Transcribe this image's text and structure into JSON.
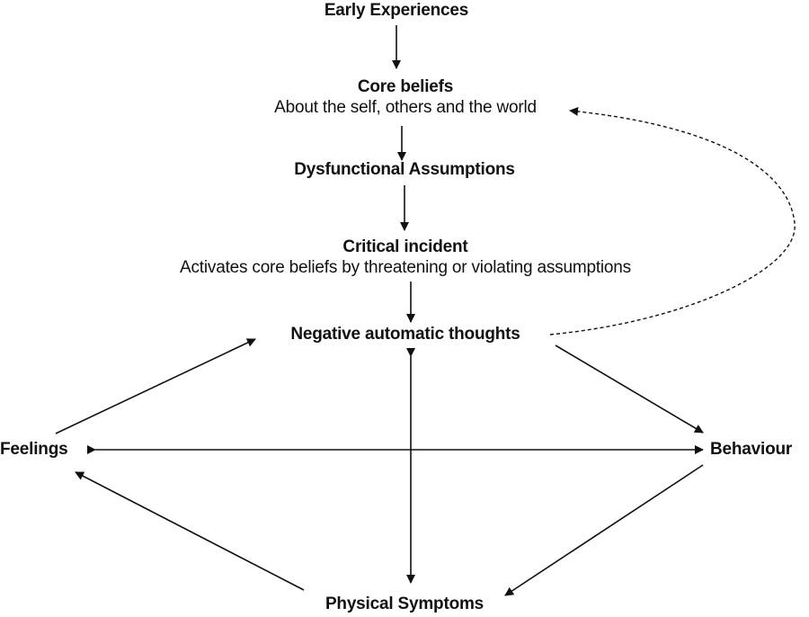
{
  "nodes": {
    "early_experiences": "Early Experiences",
    "core_beliefs": {
      "title": "Core beliefs",
      "subtitle": "About the self, others and the world"
    },
    "dysfunctional_assumptions": "Dysfunctional Assumptions",
    "critical_incident": {
      "title": "Critical incident",
      "subtitle": "Activates core beliefs by threatening or violating assumptions"
    },
    "negative_automatic_thoughts": "Negative automatic thoughts",
    "feelings": "Feelings",
    "behaviour": "Behaviour",
    "physical_symptoms": "Physical Symptoms"
  },
  "colors": {
    "ink": "#111111",
    "background": "#ffffff"
  }
}
